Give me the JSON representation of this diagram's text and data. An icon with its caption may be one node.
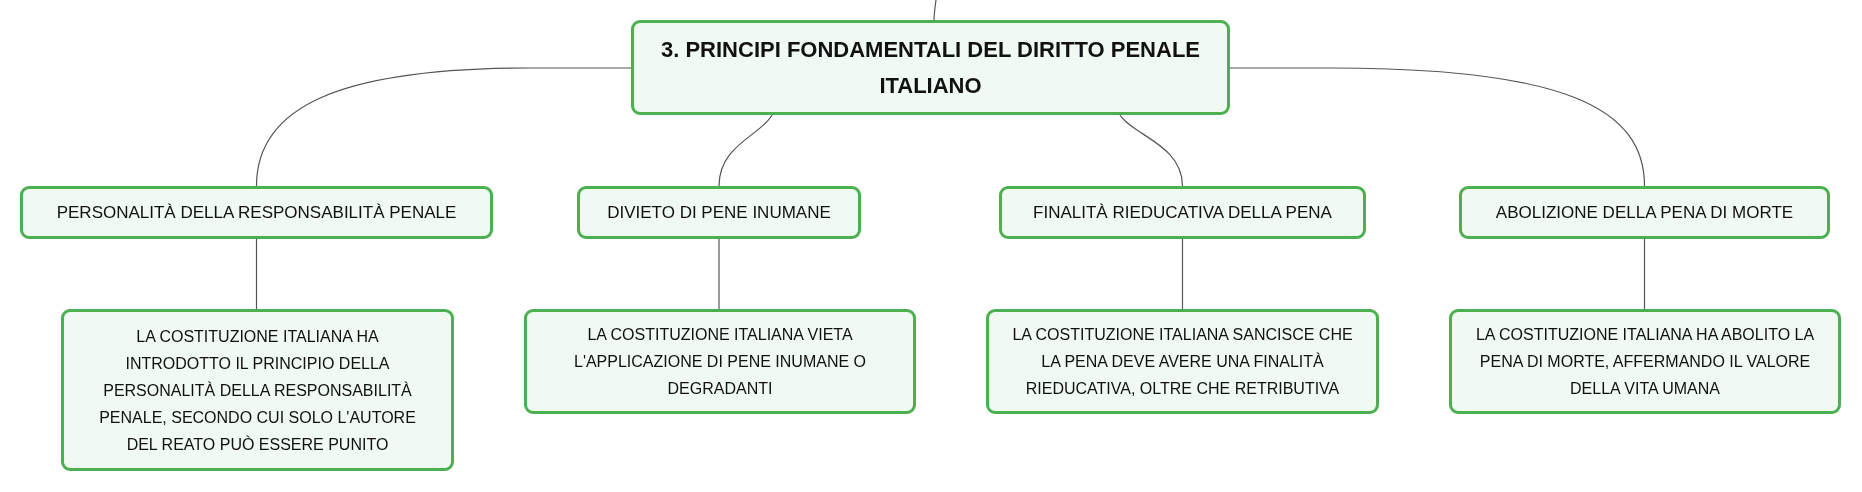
{
  "diagram": {
    "nodes": [
      {
        "text": [
          "3. PRINCIPI FONDAMENTALI DEL DIRITTO PENALE ITALIANO"
        ]
      },
      {
        "text": [
          "PERSONALITÀ DELLA RESPONSABILITÀ PENALE"
        ]
      },
      {
        "text": [
          "DIVIETO DI PENE INUMANE"
        ]
      },
      {
        "text": [
          "FINALITÀ RIEDUCATIVA DELLA PENA"
        ]
      },
      {
        "text": [
          "ABOLIZIONE DELLA PENA DI MORTE"
        ]
      },
      {
        "text": [
          "LA COSTITUZIONE ITALIANA HA INTRODOTTO IL PRINCIPIO DELLA PERSONALITÀ DELLA RESPONSABILITÀ PENALE, SECONDO CUI SOLO L'AUTORE DEL REATO PUÒ ESSERE PUNITO"
        ]
      },
      {
        "text": [
          "LA COSTITUZIONE ITALIANA VIETA L'APPLICAZIONE DI PENE INUMANE O DEGRADANTI"
        ]
      },
      {
        "text": [
          "LA COSTITUZIONE ITALIANA SANCISCE CHE LA PENA DEVE AVERE UNA FINALITÀ RIEDUCATIVA, OLTRE CHE RETRIBUTIVA"
        ]
      },
      {
        "text": [
          "LA COSTITUZIONE ITALIANA HA ABOLITO LA PENA DI MORTE, AFFERMANDO IL VALORE DELLA VITA UMANA"
        ]
      }
    ],
    "edges": [
      {
        "from": null,
        "to": 0,
        "arrow": "none"
      },
      {
        "from": 0,
        "to": 1,
        "arrow": "none"
      },
      {
        "from": 0,
        "to": 2,
        "arrow": "none"
      },
      {
        "from": 0,
        "to": 3,
        "arrow": "none"
      },
      {
        "from": 0,
        "to": 4,
        "arrow": "none"
      },
      {
        "from": 1,
        "to": 5,
        "arrow": "none"
      },
      {
        "from": 2,
        "to": 6,
        "arrow": "none"
      },
      {
        "from": 3,
        "to": 7,
        "arrow": "none"
      },
      {
        "from": 4,
        "to": 8,
        "arrow": "none"
      }
    ]
  }
}
